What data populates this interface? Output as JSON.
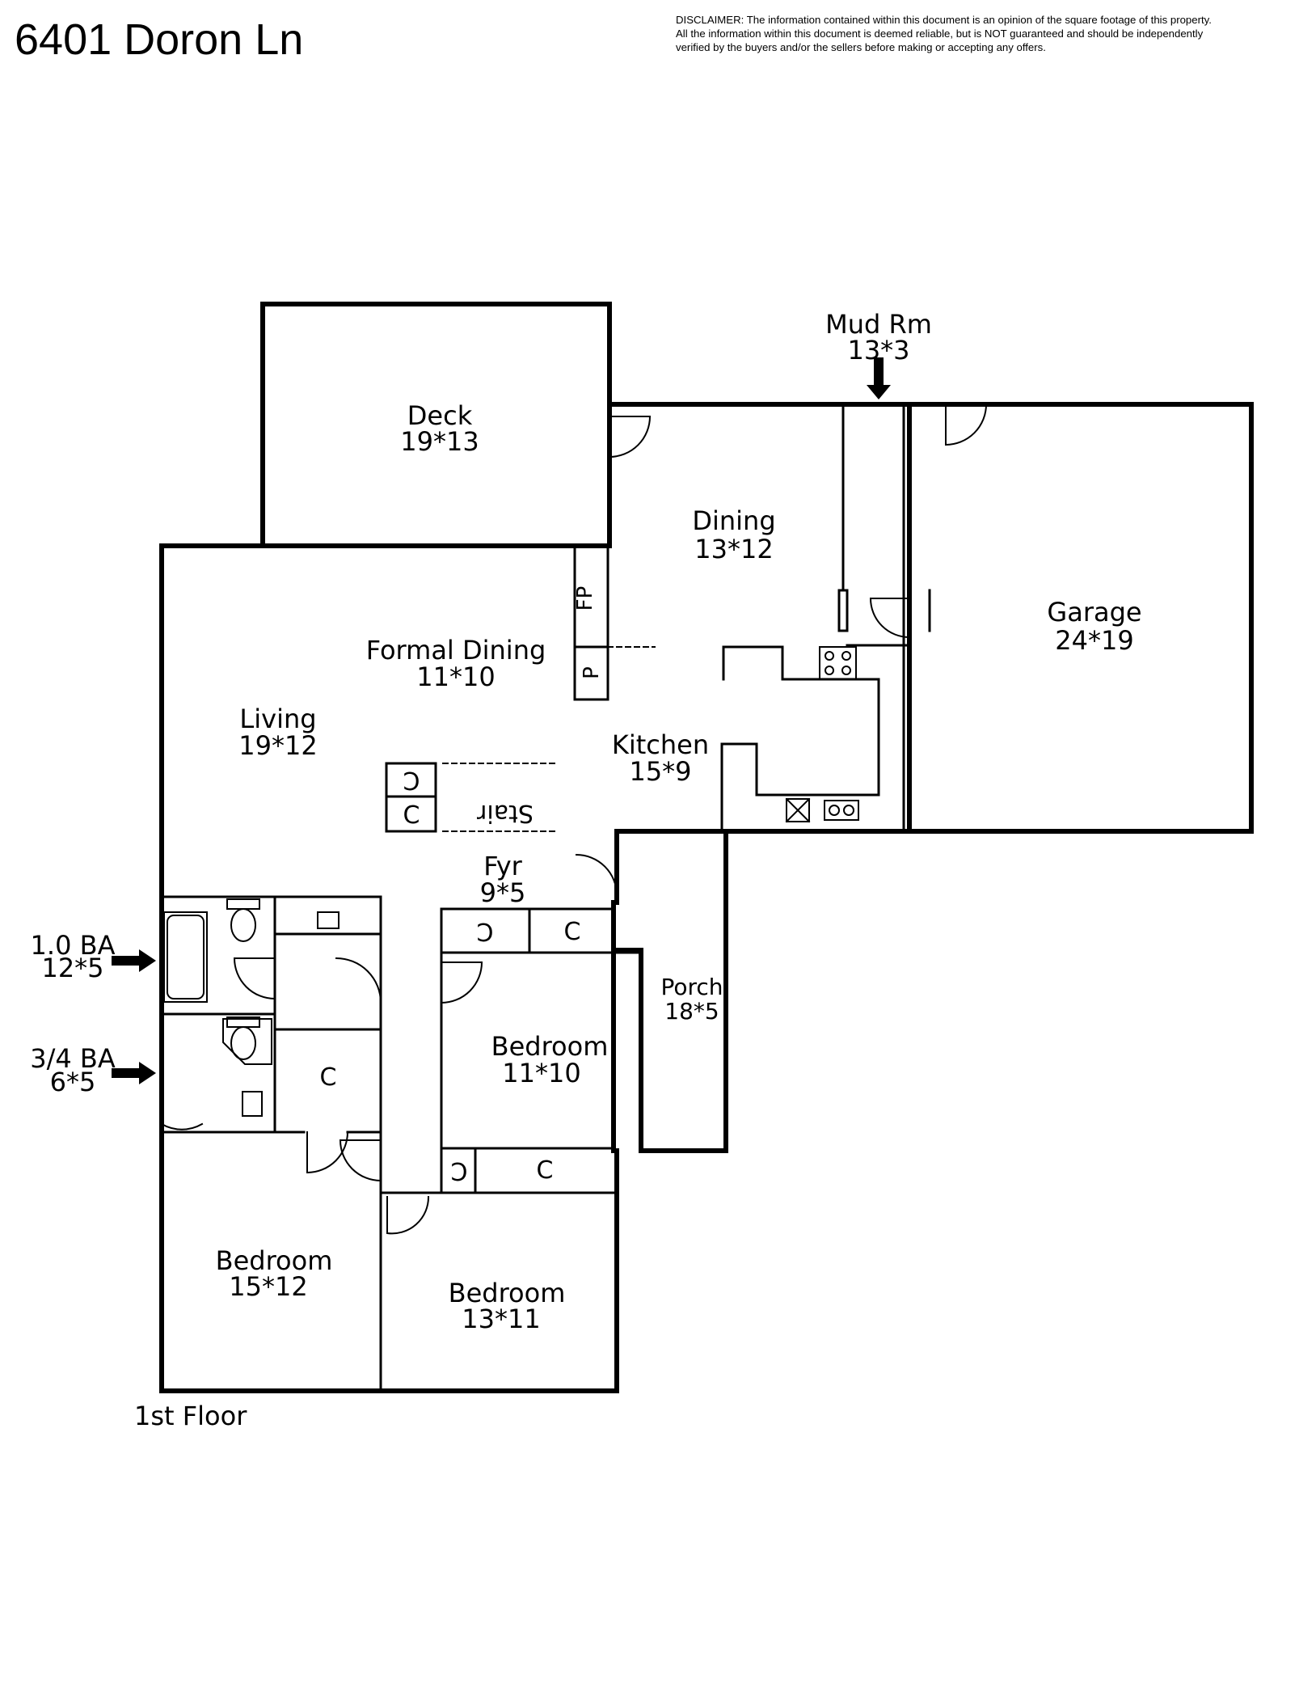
{
  "title": "6401 Doron Ln",
  "disclaimer": [
    "DISCLAIMER: The information contained within this document is an opinion of the square footage of this property.",
    "All the information within this document is deemed reliable, but is NOT guaranteed and should be independently",
    "verified by the buyers and/or the sellers before making or accepting any offers."
  ],
  "floor_label": "1st Floor",
  "rooms": {
    "deck": {
      "name": "Deck",
      "size": "19*13"
    },
    "dining": {
      "name": "Dining",
      "size": "13*12"
    },
    "mud_room": {
      "name": "Mud Rm",
      "size": "13*3"
    },
    "garage": {
      "name": "Garage",
      "size": "24*19"
    },
    "formal_dining": {
      "name": "Formal Dining",
      "size": "11*10"
    },
    "living": {
      "name": "Living",
      "size": "19*12"
    },
    "kitchen": {
      "name": "Kitchen",
      "size": "15*9"
    },
    "foyer": {
      "name": "Fyr",
      "size": "9*5"
    },
    "porch": {
      "name": "Porch",
      "size": "18*5"
    },
    "bath_full": {
      "name": "1.0 BA",
      "size": "12*5"
    },
    "bath_three_quarter": {
      "name": "3/4 BA",
      "size": "6*5"
    },
    "bedroom_center": {
      "name": "Bedroom",
      "size": "11*10"
    },
    "bedroom_sw": {
      "name": "Bedroom",
      "size": "15*12"
    },
    "bedroom_south": {
      "name": "Bedroom",
      "size": "13*11"
    }
  },
  "fixtures": {
    "stair": "Stair",
    "fireplace": "FP",
    "pantry": "P",
    "closet": "C"
  }
}
